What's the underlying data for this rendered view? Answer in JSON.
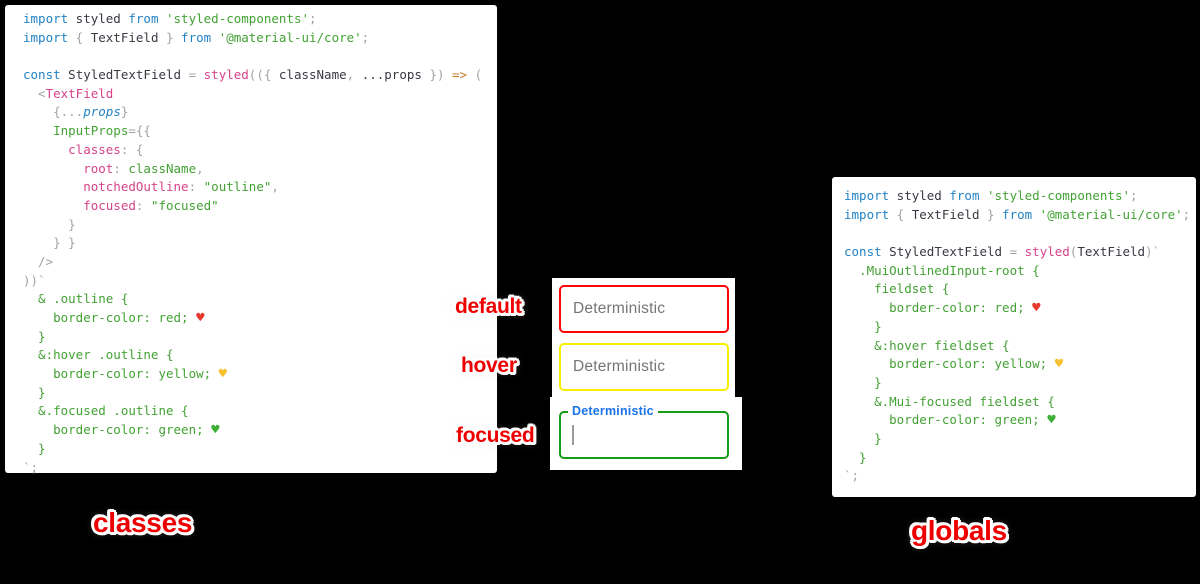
{
  "colors": {
    "keyword": "#2383c4",
    "string": "#43a234",
    "pink": "#d6438a",
    "plain": "#383a42",
    "punct": "#a2a3a7",
    "arrow": "#c57b2a",
    "heart_red": "#e8392e",
    "heart_yellow": "#f6c02f",
    "heart_green": "#3fae37",
    "field_red": "#fb0505",
    "field_yellow": "#f7ef02",
    "field_green": "#169c16",
    "focused_label_blue": "#1a73e8",
    "placeholder_gray": "#757575",
    "label_red": "#ee0000"
  },
  "left_code": {
    "lines": [
      [
        [
          "kw",
          "import"
        ],
        [
          "pl",
          " styled "
        ],
        [
          "kw",
          "from"
        ],
        [
          "str",
          " 'styled-components'"
        ],
        [
          "pun",
          ";"
        ]
      ],
      [
        [
          "kw",
          "import"
        ],
        [
          "pun",
          " { "
        ],
        [
          "pl",
          "TextField"
        ],
        [
          "pun",
          " } "
        ],
        [
          "kw",
          "from"
        ],
        [
          "str",
          " '@material-ui/core'"
        ],
        [
          "pun",
          ";"
        ]
      ],
      [],
      [
        [
          "kw",
          "const"
        ],
        [
          "pl",
          " StyledTextField "
        ],
        [
          "pun",
          "= "
        ],
        [
          "pink",
          "styled"
        ],
        [
          "pun",
          "(({ "
        ],
        [
          "pl",
          "className"
        ],
        [
          "pun",
          ", "
        ],
        [
          "pl",
          "...props"
        ],
        [
          "pun",
          " }) "
        ],
        [
          "arr",
          "=>"
        ],
        [
          "pun",
          " ("
        ]
      ],
      [
        [
          "pun",
          "  <"
        ],
        [
          "pink",
          "TextField"
        ]
      ],
      [
        [
          "pun",
          "    {..."
        ],
        [
          "bi",
          "props"
        ],
        [
          "pun",
          "}"
        ]
      ],
      [
        [
          "str",
          "    InputProps"
        ],
        [
          "pun",
          "={{"
        ]
      ],
      [
        [
          "pink",
          "      classes"
        ],
        [
          "pun",
          ": {"
        ]
      ],
      [
        [
          "pink",
          "        root"
        ],
        [
          "pun",
          ": "
        ],
        [
          "str",
          "className"
        ],
        [
          "pun",
          ","
        ]
      ],
      [
        [
          "pink",
          "        notchedOutline"
        ],
        [
          "pun",
          ": "
        ],
        [
          "str",
          "\"outline\""
        ],
        [
          "pun",
          ","
        ]
      ],
      [
        [
          "pink",
          "        focused"
        ],
        [
          "pun",
          ": "
        ],
        [
          "str",
          "\"focused\""
        ]
      ],
      [
        [
          "pun",
          "      }"
        ]
      ],
      [
        [
          "pun",
          "    } }"
        ]
      ],
      [
        [
          "pun",
          "  />"
        ]
      ],
      [
        [
          "pun",
          "))`"
        ]
      ],
      [
        [
          "str",
          "  & .outline {"
        ]
      ],
      [
        [
          "str",
          "    border-color: red; "
        ],
        [
          "hr",
          "♥"
        ]
      ],
      [
        [
          "str",
          "  }"
        ]
      ],
      [
        [
          "str",
          "  &:hover .outline {"
        ]
      ],
      [
        [
          "str",
          "    border-color: yellow; "
        ],
        [
          "hy",
          "♥"
        ]
      ],
      [
        [
          "str",
          "  }"
        ]
      ],
      [
        [
          "str",
          "  &.focused .outline {"
        ]
      ],
      [
        [
          "str",
          "    border-color: green; "
        ],
        [
          "hg",
          "♥"
        ]
      ],
      [
        [
          "str",
          "  }"
        ]
      ],
      [
        [
          "pun",
          "`;"
        ]
      ]
    ]
  },
  "right_code": {
    "lines": [
      [
        [
          "kw",
          "import"
        ],
        [
          "pl",
          " styled "
        ],
        [
          "kw",
          "from"
        ],
        [
          "str",
          " 'styled-components'"
        ],
        [
          "pun",
          ";"
        ]
      ],
      [
        [
          "kw",
          "import"
        ],
        [
          "pun",
          " { "
        ],
        [
          "pl",
          "TextField"
        ],
        [
          "pun",
          " } "
        ],
        [
          "kw",
          "from"
        ],
        [
          "str",
          " '@material-ui/core'"
        ],
        [
          "pun",
          ";"
        ]
      ],
      [],
      [
        [
          "kw",
          "const"
        ],
        [
          "pl",
          " StyledTextField "
        ],
        [
          "pun",
          "= "
        ],
        [
          "pink",
          "styled"
        ],
        [
          "pun",
          "("
        ],
        [
          "pl",
          "TextField"
        ],
        [
          "pun",
          ")`"
        ]
      ],
      [
        [
          "str",
          "  .MuiOutlinedInput-root {"
        ]
      ],
      [
        [
          "str",
          "    fieldset {"
        ]
      ],
      [
        [
          "str",
          "      border-color: red; "
        ],
        [
          "hr",
          "♥"
        ]
      ],
      [
        [
          "str",
          "    }"
        ]
      ],
      [
        [
          "str",
          "    &:hover fieldset {"
        ]
      ],
      [
        [
          "str",
          "      border-color: yellow; "
        ],
        [
          "hy",
          "♥"
        ]
      ],
      [
        [
          "str",
          "    }"
        ]
      ],
      [
        [
          "str",
          "    &.Mui-focused fieldset {"
        ]
      ],
      [
        [
          "str",
          "      border-color: green; "
        ],
        [
          "hg",
          "♥"
        ]
      ],
      [
        [
          "str",
          "    }"
        ]
      ],
      [
        [
          "str",
          "  }"
        ]
      ],
      [
        [
          "pun",
          "`;"
        ]
      ]
    ]
  },
  "states": {
    "default": "default",
    "hover": "hover",
    "focused": "focused"
  },
  "textfields": {
    "placeholder": "Deterministic",
    "focused_label": "Deterministic"
  },
  "captions": {
    "left": "classes",
    "right": "globals"
  }
}
